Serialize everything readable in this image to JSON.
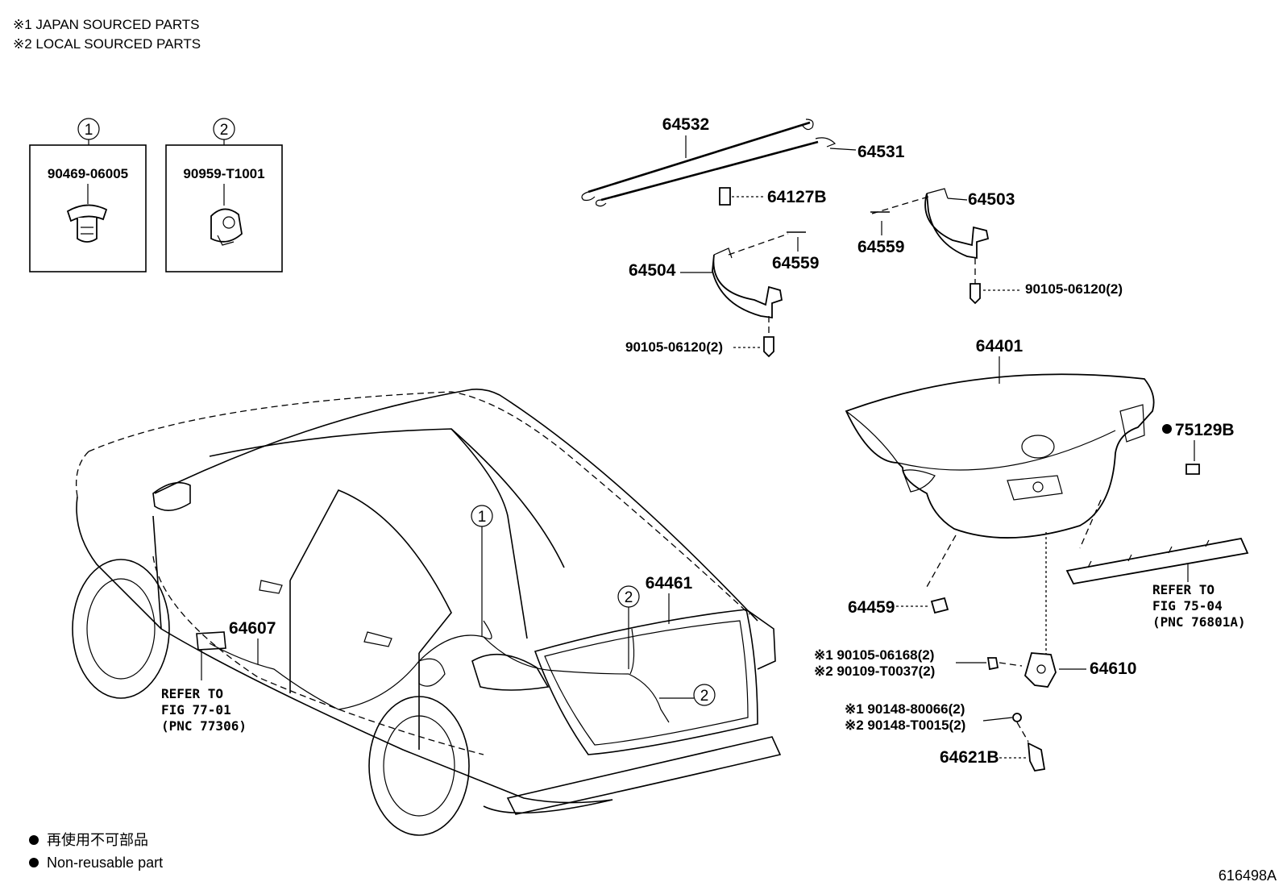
{
  "header": {
    "note1": "※1 JAPAN SOURCED PARTS",
    "note2": "※2 LOCAL SOURCED PARTS"
  },
  "inset_boxes": [
    {
      "marker": "1",
      "part_number": "90469-06005"
    },
    {
      "marker": "2",
      "part_number": "90959-T1001"
    }
  ],
  "part_labels": {
    "p64532": "64532",
    "p64531": "64531",
    "p64127B": "64127B",
    "p64503": "64503",
    "p64559a": "64559",
    "p64559b": "64559",
    "p64504": "64504",
    "bolt_right": "90105-06120(2)",
    "bolt_left": "90105-06120(2)",
    "p64401": "64401",
    "p75129B": "75129B",
    "p64461": "64461",
    "p64607": "64607",
    "p64459": "64459",
    "p64610": "64610",
    "p64621B": "64621B",
    "screw_jp": "※1 90105-06168(2)",
    "screw_local": "※2 90109-T0037(2)",
    "bolt_jp": "※1 90148-80066(2)",
    "bolt_local": "※2 90148-T0015(2)"
  },
  "references": {
    "left": {
      "line1": "REFER TO",
      "line2": "FIG 77-01",
      "line3": "(PNC 77306)"
    },
    "right": {
      "line1": "REFER TO",
      "line2": "FIG 75-04",
      "line3": "(PNC 76801A)"
    }
  },
  "callouts": {
    "c1": "1",
    "c2a": "2",
    "c2b": "2"
  },
  "legend": {
    "line_jp": "再使用不可部品",
    "line_en": "Non-reusable part"
  },
  "figure_id": "616498A"
}
